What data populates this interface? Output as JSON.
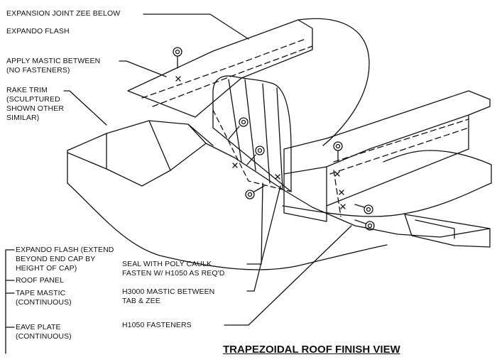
{
  "labels": {
    "expansion_joint_zee": "EXPANSION JOINT ZEE BELOW",
    "expando_flash": "EXPANDO FLASH",
    "apply_mastic": "APPLY MASTIC BETWEEN\n(NO FASTENERS)",
    "rake_trim": "RAKE TRIM\n(SCULPTURED\nSHOWN OTHER\nSIMILAR)",
    "expando_flash_extend": "EXPANDO FLASH (EXTEND\nBEYOND END CAP BY\nHEIGHT OF CAP)",
    "roof_panel": "ROOF PANEL",
    "tape_mastic": "TAPE MASTIC\n(CONTINUOUS)",
    "eave_plate": "EAVE PLATE\n(CONTINUOUS)",
    "seal_poly_caulk": "SEAL WITH POLY CAULK\nFASTEN W/ H1050 AS REQ'D",
    "h3000_mastic": "H3000 MASTIC BETWEEN\nTAB & ZEE",
    "h1050_fasteners": "H1050 FASTENERS"
  },
  "title": "TRAPEZOIDAL ROOF FINISH VIEW"
}
